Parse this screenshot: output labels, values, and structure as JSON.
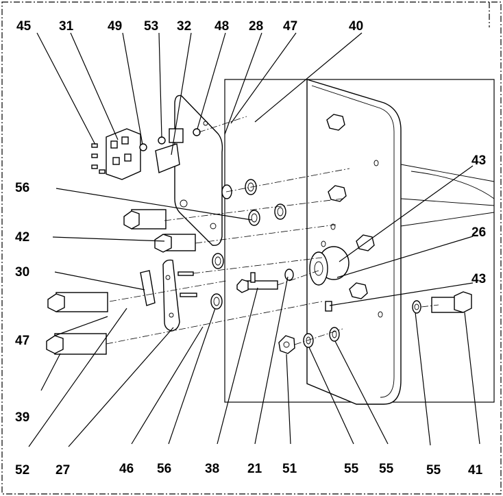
{
  "diagram": {
    "callouts": {
      "top": [
        "45",
        "31",
        "49",
        "53",
        "32",
        "48",
        "28",
        "47",
        "40"
      ],
      "right": [
        "43",
        "26",
        "43"
      ],
      "left": [
        "56",
        "42",
        "30",
        "47",
        "39"
      ],
      "bottom": [
        "52",
        "27",
        "46",
        "56",
        "38",
        "21",
        "51",
        "55",
        "55",
        "55",
        "41"
      ]
    }
  }
}
